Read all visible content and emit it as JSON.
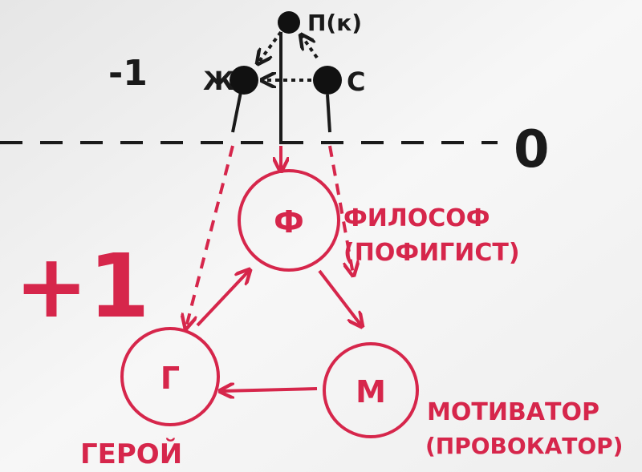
{
  "colors": {
    "ink_black": "#1a1a1a",
    "ink_red": "#d6264b",
    "paper": "#f2f2f2"
  },
  "levels": {
    "minus": "-1",
    "zero": "0",
    "plus": "+1"
  },
  "black_nodes": {
    "top": "П(к)",
    "left": "Ж",
    "right": "С"
  },
  "red_nodes": {
    "philosopher": {
      "letter": "Ф",
      "label": "ФИЛОСОФ",
      "sublabel": "(ПОФИГИСТ)"
    },
    "hero": {
      "letter": "Г",
      "label": "ГЕРОЙ"
    },
    "motivator": {
      "letter": "М",
      "label": "МОТИВАТОР",
      "sublabel": "(ПРОВОКАТОР)"
    }
  }
}
